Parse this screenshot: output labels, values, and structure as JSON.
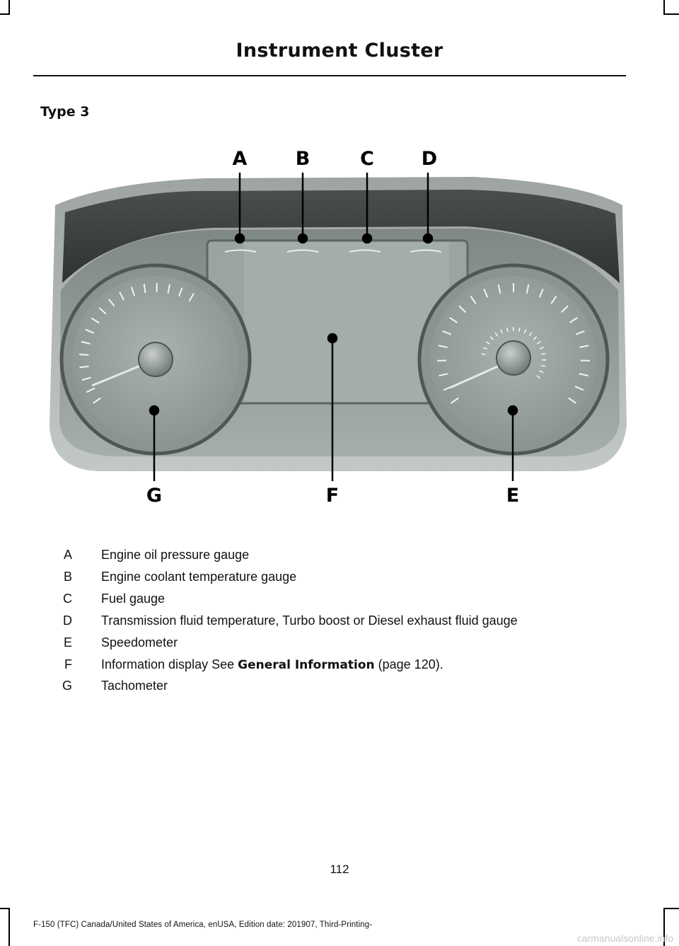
{
  "header": {
    "title": "Instrument Cluster"
  },
  "section": {
    "title": "Type 3"
  },
  "figure": {
    "callouts": {
      "a": "A",
      "b": "B",
      "c": "C",
      "d": "D",
      "e": "E",
      "f": "F",
      "g": "G"
    }
  },
  "legend": [
    {
      "key": "A",
      "text": "Engine oil pressure gauge"
    },
    {
      "key": "B",
      "text": "Engine coolant temperature gauge"
    },
    {
      "key": "C",
      "text": "Fuel gauge"
    },
    {
      "key": "D",
      "text": "Transmission fluid temperature, Turbo boost or Diesel exhaust fluid gauge"
    },
    {
      "key": "E",
      "text": "Speedometer"
    },
    {
      "key": "F",
      "text": "Information display  See ",
      "link": "General Information",
      "suffix": " (page 120)."
    },
    {
      "key": "G",
      "text": "Tachometer"
    }
  ],
  "footer": {
    "page_number": "112",
    "edition": "F-150 (TFC) Canada/United States of America, enUSA, Edition date: 201907, Third-Printing-",
    "watermark": "carmanualsonline.info"
  }
}
